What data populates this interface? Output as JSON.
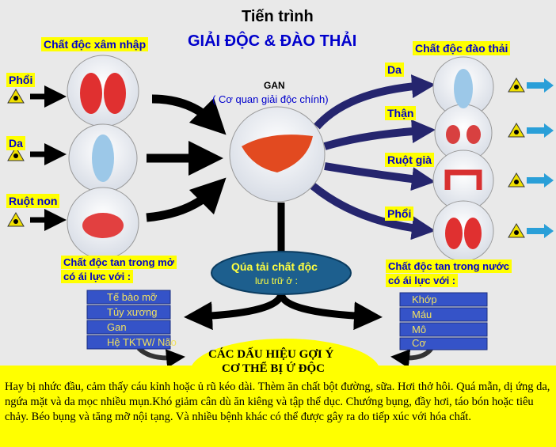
{
  "title": {
    "line1": "Tiến trình",
    "line2": "GIẢI ĐỘC & ĐÀO THẢI"
  },
  "intake": {
    "heading": "Chất độc xâm nhập",
    "items": [
      "Phổi",
      "Da",
      "Ruột non"
    ]
  },
  "liver": {
    "name": "GAN",
    "subtitle": "( Cơ quan giải độc chính)"
  },
  "excretion": {
    "heading": "Chất độc đào thải",
    "items": [
      "Da",
      "Thận",
      "Ruột già",
      "Phổi"
    ]
  },
  "overload": {
    "line1": "Qúa tải chất độc",
    "line2": "lưu trữ ở :"
  },
  "fat_soluble": {
    "line1": "Chất độc tan trong mở",
    "line2": "có ái lực với :",
    "items": [
      "Tế bào mỡ",
      "Tủy xương",
      "Gan",
      "Hệ TKTW/ Não"
    ]
  },
  "water_soluble": {
    "line1": "Chất độc tan trong nước",
    "line2": "có ái lực với :",
    "items": [
      "Khớp",
      "Máu",
      "Mô",
      "Cơ"
    ]
  },
  "signs": {
    "line1": "CÁC DẤU HIỆU GỢI Ý",
    "line2": "CƠ THỂ BỊ Ứ ĐỘC"
  },
  "description": "Hay bị nhức đầu, cảm thấy cáu kỉnh hoặc ủ rũ kéo dài. Thèm ăn chất bột đường, sữa. Hơi thở hôi. Quá mẫn, dị ứng da, ngứa mặt và da mọc nhiều mụn.Khó giảm cân dù ăn kiêng và tập thể dục. Chướng bụng, đầy hơi, táo bón hoặc tiêu chảy. Béo bụng và tăng mỡ nội tạng. Và nhiều bệnh khác có thể được gây ra do tiếp xúc với hóa chất.",
  "colors": {
    "title_blue": "#0000cc",
    "highlight": "#ffff00",
    "navy_arrow": "#25256e",
    "ellipse": "#1d5f8e"
  }
}
